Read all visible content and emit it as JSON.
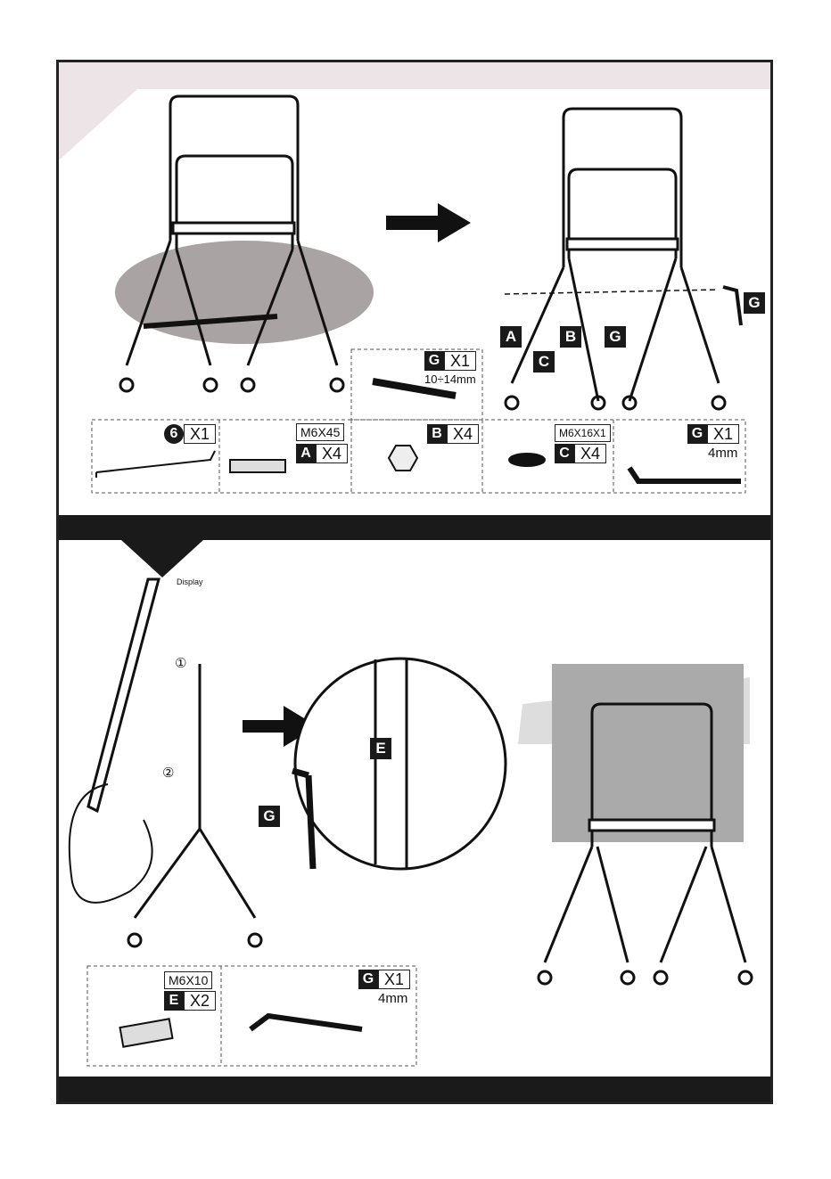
{
  "parts_top": {
    "p6": {
      "num": "6",
      "qty": "X1"
    },
    "a": {
      "spec": "M6X45",
      "letter": "A",
      "qty": "X4"
    },
    "b": {
      "letter": "B",
      "qty": "X4"
    },
    "c": {
      "spec": "M6X16X1",
      "letter": "C",
      "qty": "X4"
    },
    "g_key": {
      "letter": "G",
      "qty": "X1",
      "size": "4mm"
    },
    "g_wrench": {
      "letter": "G",
      "qty": "X1",
      "size": "10÷14mm"
    }
  },
  "callouts_top": [
    "A",
    "B",
    "C",
    "G",
    "G"
  ],
  "step2": {
    "display_label": "Display",
    "step1": "①",
    "step2": "②",
    "e_label": "E",
    "g_label": "G"
  },
  "parts_bottom": {
    "e": {
      "spec": "M6X10",
      "letter": "E",
      "qty": "X2"
    },
    "g_key": {
      "letter": "G",
      "qty": "X1",
      "size": "4mm"
    }
  }
}
